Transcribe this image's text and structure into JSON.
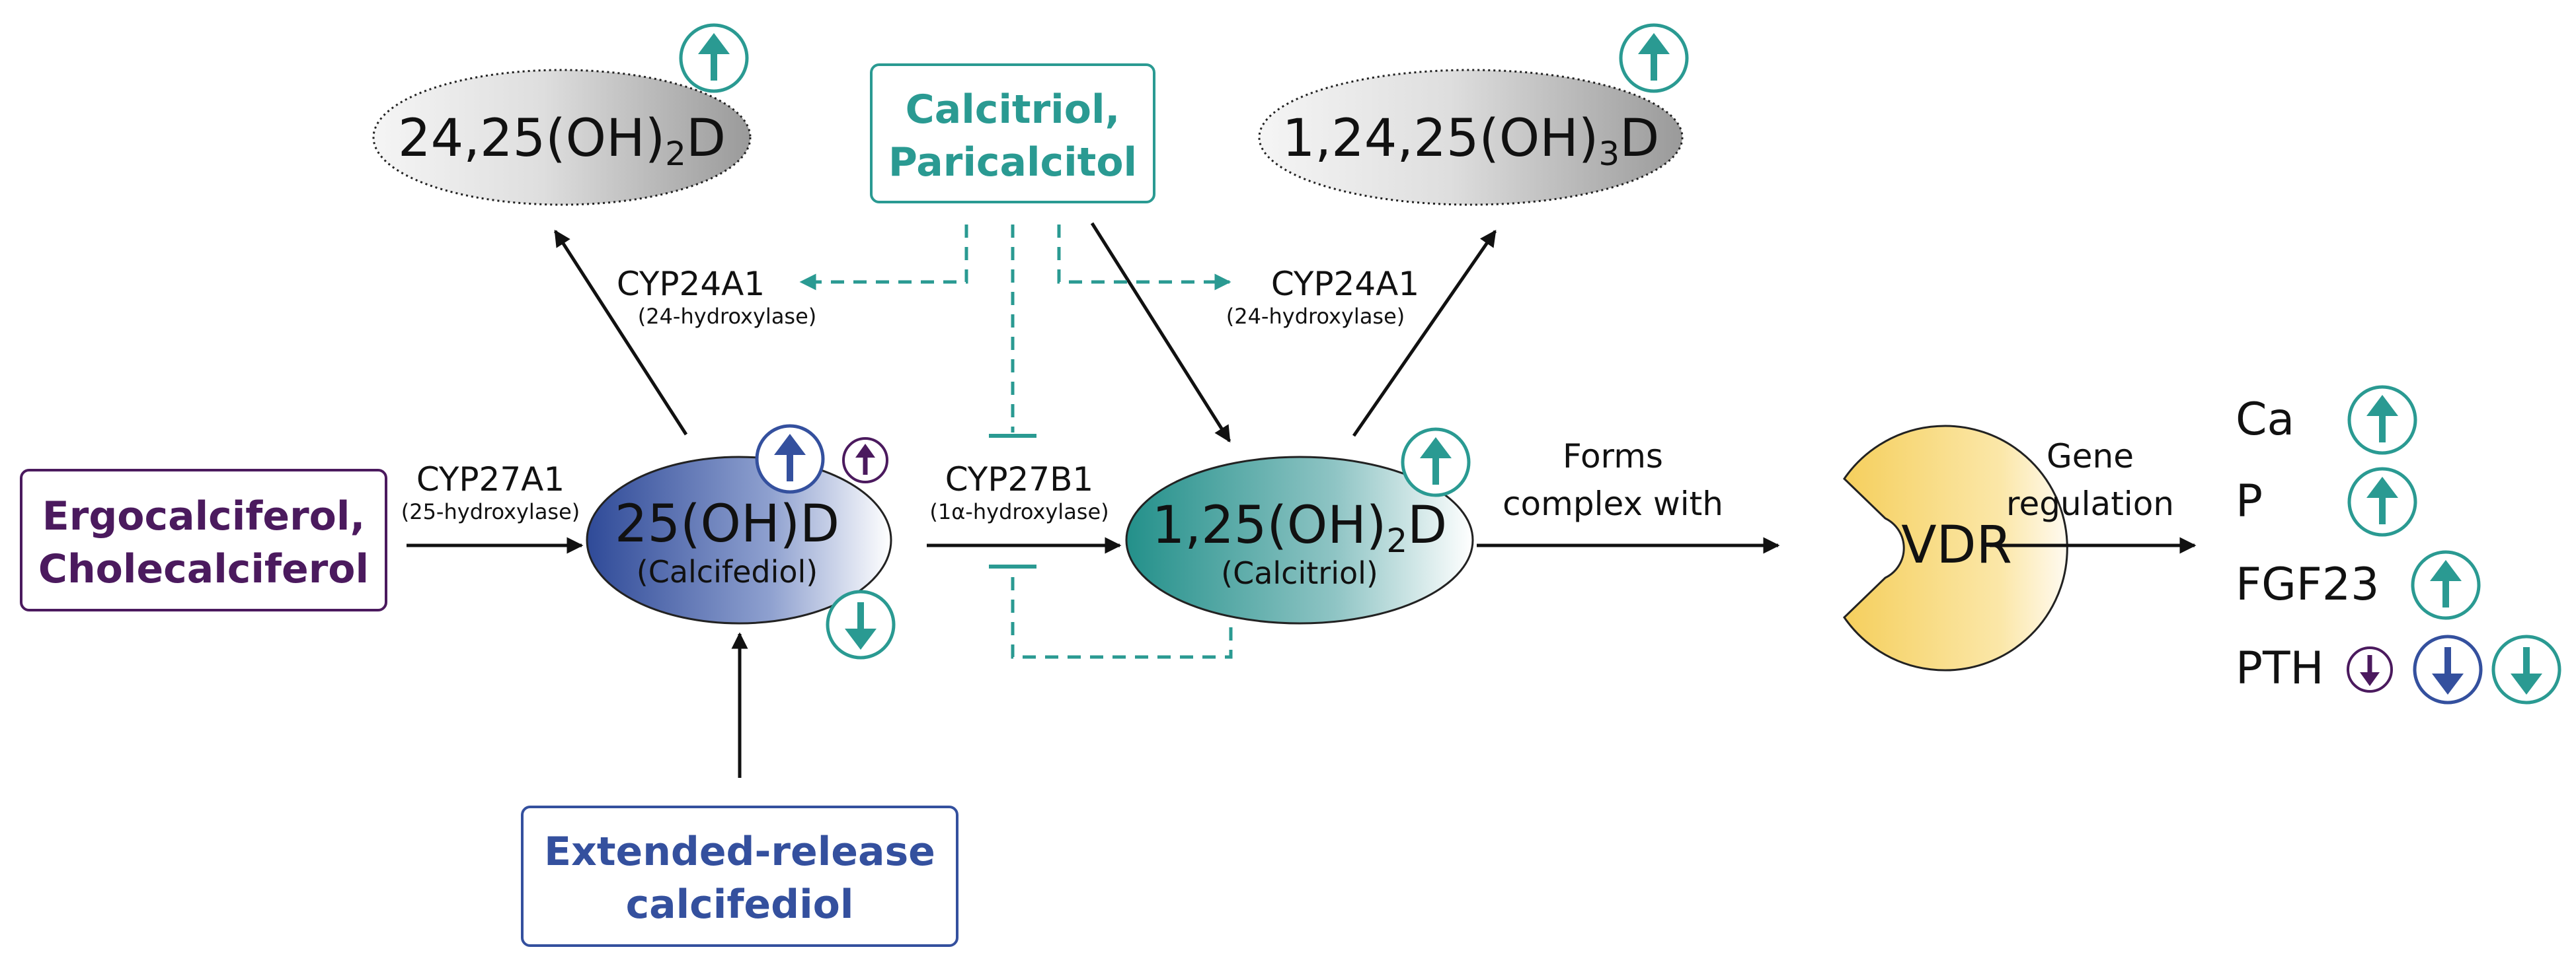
{
  "colors": {
    "teal": "#2a9a92",
    "blue": "#34509e",
    "purple": "#4b1a5e",
    "black": "#111111",
    "gray_light": "#f2f2f2",
    "gray_dark": "#9a9a9a",
    "vdr_yellow": "#f6d779"
  },
  "drugs": {
    "ergo_line1": "Ergocalciferol,",
    "ergo_line2": "Cholecalciferol",
    "calcitriol_line1": "Calcitriol,",
    "calcitriol_line2": "Paricalcitol",
    "erc_line1": "Extended-release",
    "erc_line2": "calcifediol"
  },
  "metabolites": {
    "m2425_main": "24,25(OH)",
    "m2425_sub": "2",
    "m2425_end": "D",
    "m12425_main": "1,24,25(OH)",
    "m12425_sub": "3",
    "m12425_end": "D",
    "m25_main": "25(OH)D",
    "m25_sub_label": "(Calcifediol)",
    "m125_main": "1,25(OH)",
    "m125_sub": "2",
    "m125_end": "D",
    "m125_sub_label": "(Calcitriol)",
    "vdr": "VDR"
  },
  "enzymes": {
    "cyp24a1_left": "CYP24A1",
    "cyp24a1_left_desc": "(24-hydroxylase)",
    "cyp24a1_right": "CYP24A1",
    "cyp24a1_right_desc": "(24-hydroxylase)",
    "cyp27a1": "CYP27A1",
    "cyp27a1_desc": "(25-hydroxylase)",
    "cyp27b1": "CYP27B1",
    "cyp27b1_desc": "(1α-hydroxylase)"
  },
  "labels": {
    "forms_line1": "Forms",
    "forms_line2": "complex with",
    "gene_line1": "Gene",
    "gene_line2": "regulation"
  },
  "outcomes": {
    "ca": "Ca",
    "p": "P",
    "fgf23": "FGF23",
    "pth": "PTH"
  }
}
